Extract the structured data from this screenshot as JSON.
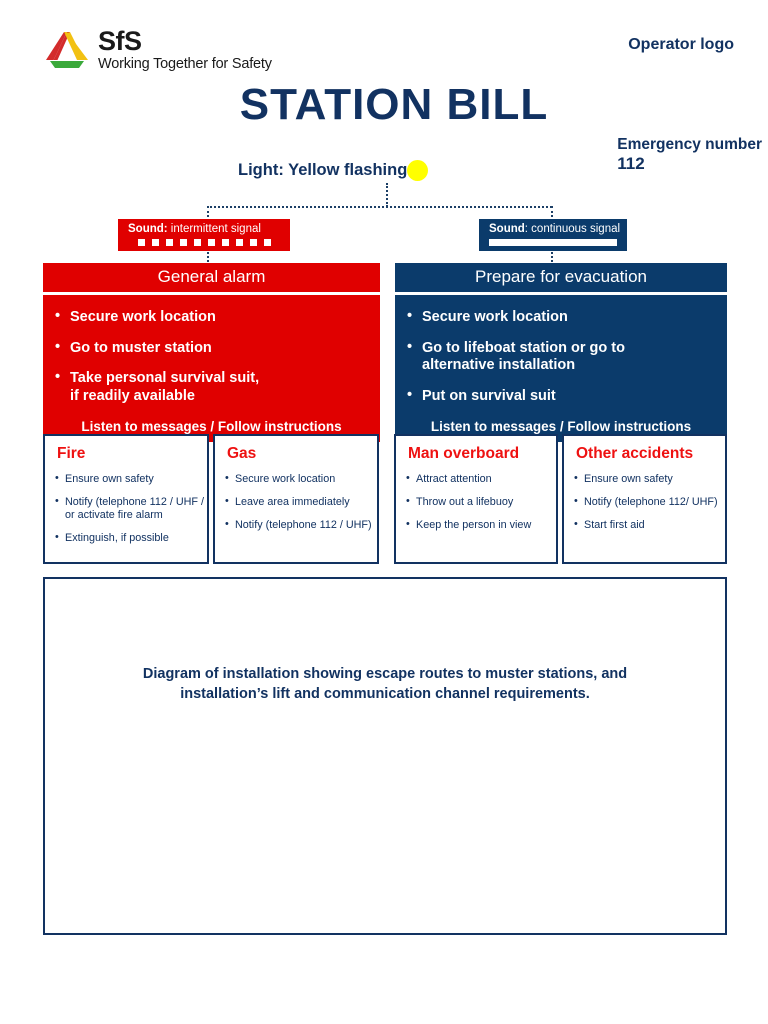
{
  "header": {
    "logo": {
      "mark_name": "sfs-triangle-logo",
      "colors": {
        "red": "#d32b2b",
        "yellow": "#f2c113",
        "green": "#3aa93a"
      },
      "brand": "SfS",
      "tagline": "Working Together for Safety"
    },
    "operator_logo_label": "Operator logo",
    "title": "STATION BILL",
    "emergency": {
      "label": "Emergency number",
      "number": "112"
    }
  },
  "light": {
    "label": "Light: Yellow flashing",
    "indicator_color": "#ffff00",
    "indicator_name": "yellow-flashing-light-indicator"
  },
  "sounds": [
    {
      "id": "intermittent",
      "prefix": "Sound:",
      "text": " intermittent signal",
      "waveform": "intermittent",
      "color": "#e00000"
    },
    {
      "id": "continuous",
      "prefix": "Sound",
      "text": ": continuous signal",
      "waveform": "continuous",
      "color": "#0b3b6b"
    }
  ],
  "alarm_panels": [
    {
      "id": "general-alarm",
      "title": "General alarm",
      "color": "#e00000",
      "items": [
        "Secure work location",
        "Go to muster station",
        "Take personal survival suit,\nif readily available"
      ],
      "footer": "Listen to messages / Follow instructions"
    },
    {
      "id": "prepare-for-evacuation",
      "title": "Prepare for evacuation",
      "color": "#0b3b6b",
      "items": [
        "Secure work location",
        "Go to lifeboat station or go to\nalternative installation",
        "Put on survival suit"
      ],
      "footer": "Listen to messages / Follow instructions"
    }
  ],
  "incidents": [
    {
      "id": "fire",
      "title": "Fire",
      "items": [
        "Ensure own safety",
        "Notify (telephone 112 / UHF /\nor activate fire alarm",
        "Extinguish, if possible"
      ]
    },
    {
      "id": "gas",
      "title": "Gas",
      "items": [
        "Secure work location",
        "Leave area immediately",
        "Notify (telephone 112 / UHF)"
      ]
    },
    {
      "id": "man-overboard",
      "title": "Man overboard",
      "items": [
        "Attract attention",
        "Throw out a lifebuoy",
        "Keep the person in view"
      ]
    },
    {
      "id": "other-accidents",
      "title": "Other accidents",
      "items": [
        "Ensure own safety",
        "Notify (telephone 112/ UHF)",
        "Start first aid"
      ]
    }
  ],
  "diagram": {
    "caption": "Diagram of installation showing escape routes to muster stations, and\ninstallation’s lift and communication channel requirements."
  },
  "theme": {
    "navy": "#123261",
    "red": "#e00000",
    "title_red": "#ee1111",
    "panel_navy": "#0b3b6b",
    "dotted_line": "#1c3f66"
  }
}
